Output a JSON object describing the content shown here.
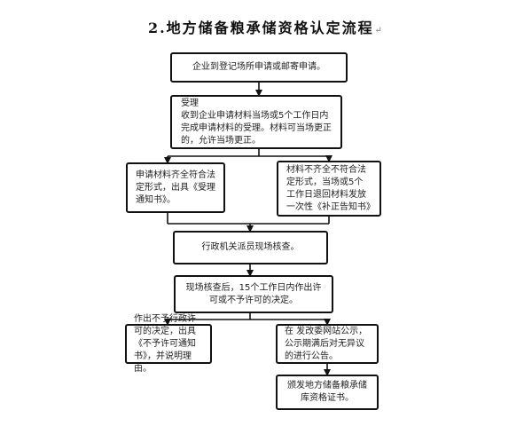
{
  "title": "2.地方储备粮承储资格认定流程",
  "nodes": {
    "n1": "企业到登记场所申请或邮寄申请。",
    "n2": "受理\n收到企业申请材料当场或5个工作日内完成申请材料的受理。材料可当场更正的，允许当场更正。",
    "n3": "申请材料齐全符合法定形式，出具《受理通知书》。",
    "n4": "材料不齐全不符合法定形式，当场或5个工作日退回材料发放一次性《补正告知书》",
    "n5": "行政机关派员现场核查。",
    "n6": "现场核查后，15个工作日内作出许可或不予许可的决定。",
    "n7": "作出不予行政许可的决定，出具《不予许可通知书》，并说明理由。",
    "n8": "在  发改委网站公示，公示期满后对无异议的进行公告。",
    "n9": "颁发地方储备粮承储库资格证书。"
  },
  "mark": "↵"
}
